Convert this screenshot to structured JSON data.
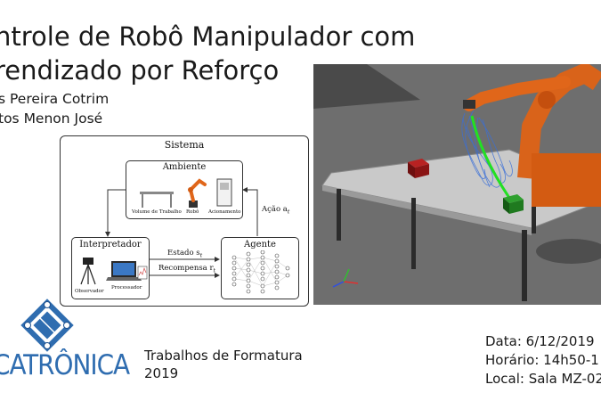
{
  "slide": {
    "title_line1": "ntrole de Robô Manipulador com",
    "title_line2": "rendizado por Reforço",
    "author1": "s Pereira Cotrim",
    "author2": "tos Menon José"
  },
  "diagram": {
    "system_label": "Sistema",
    "environment_label": "Ambiente",
    "workspace_label": "Volume de Trabalho",
    "robot_label": "Robô",
    "drive_label": "Acionamento",
    "interpreter_label": "Interpretador",
    "observer_label": "Observador",
    "processor_label": "Processador",
    "agent_label": "Agente",
    "state_label": "Estado s",
    "state_sub": "t",
    "reward_label": "Recompensa r",
    "reward_sub": "t",
    "action_label": "Ação a",
    "action_sub": "t"
  },
  "logo": {
    "word": "CATRÔNICA",
    "colors": {
      "primary": "#2f6db0",
      "dark": "#1d4f8c"
    }
  },
  "footer": {
    "event_line1": "Trabalhos de Formatura",
    "event_line2": "2019",
    "date": "Data: 6/12/2019",
    "time": "Horário: 14h50-1",
    "room": "Local: Sala MZ-02"
  },
  "render_colors": {
    "background": "#6b6b6b",
    "table_top": "#c9c9c9",
    "robot": "#e0661a",
    "red_cube": "#8a1414",
    "green_cube": "#1f7a1f",
    "trajectory": "#22e022",
    "path_cloud": "#3a6fd8"
  }
}
